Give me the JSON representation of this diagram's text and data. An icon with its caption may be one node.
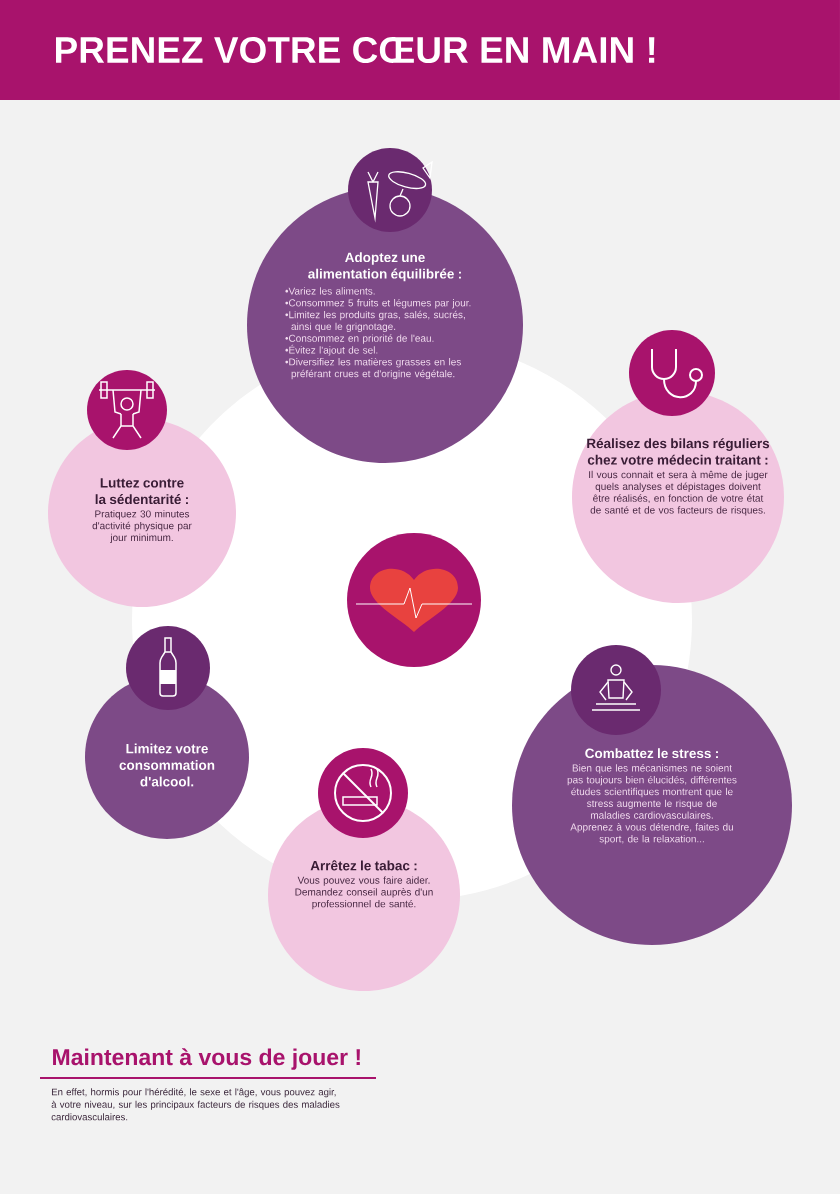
{
  "diagram": {
    "title": "PRENEZ VOTRE CŒUR EN MAIN !",
    "nodes": [
      {
        "text": [
          "Adoptez une alimentation équilibrée :",
          "•Variez les aliments.",
          "•Consommez 5 fruits et légumes par jour.",
          "•Limitez les produits gras, salés, sucrés, ainsi que le grignotage.",
          "•Consommez en priorité de l'eau.",
          "•Évitez l'ajout de sel.",
          "•Diversifiez les matières grasses en les préférant crues et d'origine végétale."
        ]
      },
      {
        "text": [
          "Réalisez des bilans réguliers chez votre médecin traitant :",
          "Il vous connait et sera à même de juger quels analyses et dépistages doivent être réalisés, en fonction de votre état de santé et de vos facteurs de risques."
        ]
      },
      {
        "text": [
          "Luttez contre la sédentarité :",
          "Pratiquez 30 minutes d'activité physique par jour minimum."
        ]
      },
      {
        "text": [],
        "shape": "circle"
      },
      {
        "text": [
          "Limitez votre consommation d'alcool."
        ]
      },
      {
        "text": [
          "Combattez le stress :",
          "Bien que les mécanismes ne soient pas toujours bien élucidés, différentes études scientifiques montrent que le stress augmente le risque de maladies cardiovasculaires. Apprenez à vous détendre, faites du sport, de la relaxation..."
        ]
      },
      {
        "text": [
          "Arrêtez le tabac :",
          "Vous pouvez vous faire aider. Demandez conseil auprès d'un professionnel de santé."
        ]
      }
    ],
    "labels": [
      "Maintenant à vous de jouer !",
      "En effet, hormis pour l'hérédité, le sexe et l'âge, vous pouvez agir, à votre niveau, sur les principaux facteurs de risques des maladies cardiovasculaires."
    ]
  }
}
